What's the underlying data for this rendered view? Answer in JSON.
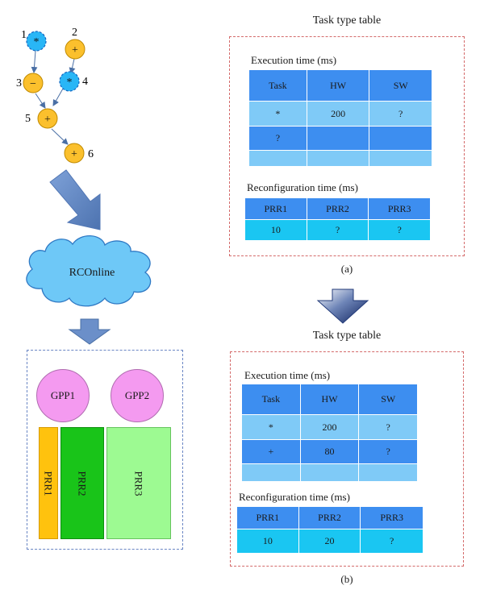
{
  "graph": {
    "nodes": [
      {
        "id": "1",
        "op": "*",
        "color": "#29b6f6",
        "dashed": true
      },
      {
        "id": "2",
        "op": "+",
        "color": "#fbc02d",
        "dashed": false
      },
      {
        "id": "3",
        "op": "−",
        "color": "#fbc02d",
        "dashed": false
      },
      {
        "id": "4",
        "op": "*",
        "color": "#29b6f6",
        "dashed": true
      },
      {
        "id": "5",
        "op": "+",
        "color": "#fbc02d",
        "dashed": false
      },
      {
        "id": "6",
        "op": "+",
        "color": "#fbc02d",
        "dashed": false
      }
    ]
  },
  "cloud_label": "RCOnline",
  "platform": {
    "gpps": [
      "GPP1",
      "GPP2"
    ],
    "prrs": [
      {
        "label": "PRR1",
        "color": "#ffc20e"
      },
      {
        "label": "PRR2",
        "color": "#19c419"
      },
      {
        "label": "PRR3",
        "color": "#9dfa92"
      }
    ]
  },
  "panel_a": {
    "title": "Task type table",
    "exec_title": "Execution time (ms)",
    "exec_header": [
      "Task",
      "HW",
      "SW"
    ],
    "exec_rows": [
      [
        "*",
        "200",
        "?"
      ],
      [
        "?",
        "",
        ""
      ],
      [
        "",
        "",
        ""
      ]
    ],
    "reconf_title": "Reconfiguration time (ms)",
    "reconf_header": [
      "PRR1",
      "PRR2",
      "PRR3"
    ],
    "reconf_row": [
      "10",
      "?",
      "?"
    ],
    "caption": "(a)"
  },
  "panel_b": {
    "title": "Task type table",
    "exec_title": "Execution time (ms)",
    "exec_header": [
      "Task",
      "HW",
      "SW"
    ],
    "exec_rows": [
      [
        "*",
        "200",
        "?"
      ],
      [
        "+",
        "80",
        "?"
      ],
      [
        "",
        "",
        ""
      ]
    ],
    "reconf_title": "Reconfiguration time (ms)",
    "reconf_header": [
      "PRR1",
      "PRR2",
      "PRR3"
    ],
    "reconf_row": [
      "10",
      "20",
      "?"
    ],
    "caption": "(b)"
  },
  "colors": {
    "table_header": "#3d8ef0",
    "table_light": "#7fcaf7",
    "table_mid": "#3d8ef0",
    "reconf_header": "#3d8ef0",
    "reconf_row": "#1ac6f2",
    "arrow_blue": "#6b8fc9",
    "cloud": "#6ec8f7"
  }
}
